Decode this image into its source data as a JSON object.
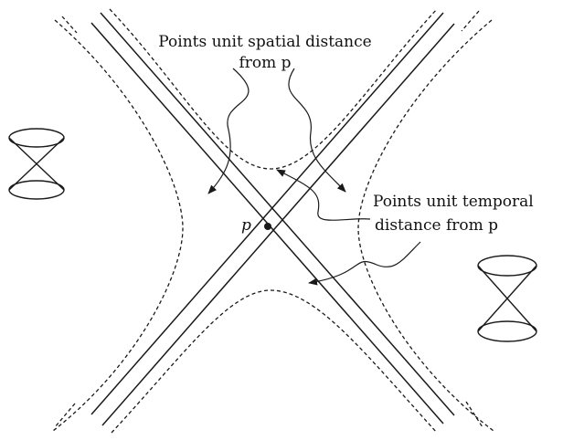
{
  "labels": {
    "spatial_line1": "Points unit spatial distance",
    "spatial_line2": "from p",
    "temporal_line1": "Points unit temporal",
    "temporal_line2": "distance from p",
    "point": "p"
  }
}
